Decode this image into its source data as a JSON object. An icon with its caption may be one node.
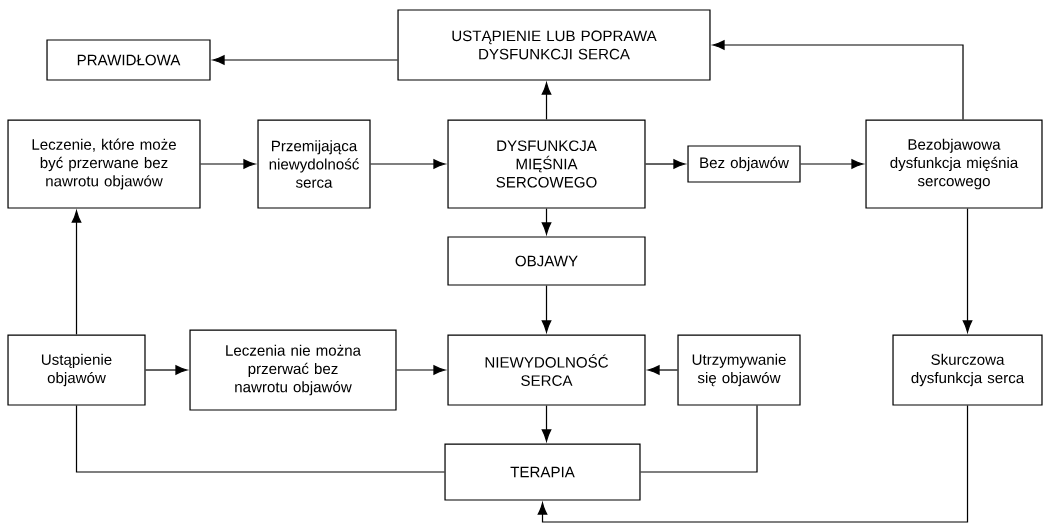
{
  "diagram": {
    "nodes": [
      {
        "text": [
          "PRAWIDŁOWA"
        ]
      },
      {
        "text": [
          "USTĄPIENIE LUB POPRAWA DYSFUNKCJI SERCA"
        ]
      },
      {
        "text": [
          "Leczenie, które może być przerwane bez nawrotu objawów"
        ]
      },
      {
        "text": [
          "Przemijająca niewydolność serca"
        ]
      },
      {
        "text": [
          "DYSFUNKCJA MIĘŚNIA SERCOWEGO"
        ]
      },
      {
        "text": [
          "Bez objawów"
        ]
      },
      {
        "text": [
          "Bezobjawowa dysfunkcja mięśnia sercowego"
        ]
      },
      {
        "text": [
          "OBJAWY"
        ]
      },
      {
        "text": [
          "Ustąpienie objawów"
        ]
      },
      {
        "text": [
          "Leczenia nie można przerwać bez nawrotu objawów"
        ]
      },
      {
        "text": [
          "NIEWYDOLNOŚĆ SERCA"
        ]
      },
      {
        "text": [
          "Utrzymywanie się objawów"
        ]
      },
      {
        "text": [
          "Skurczowa dysfunkcja serca"
        ]
      },
      {
        "text": [
          "TERAPIA"
        ]
      }
    ],
    "edges": [
      {
        "from": 1,
        "to": 0,
        "arrow": "to"
      },
      {
        "from": 4,
        "to": 1,
        "arrow": "to"
      },
      {
        "from": 2,
        "to": 3,
        "arrow": "to"
      },
      {
        "from": 3,
        "to": 4,
        "arrow": "to"
      },
      {
        "from": 4,
        "to": 5,
        "arrow": "to"
      },
      {
        "from": 5,
        "to": 6,
        "arrow": "to"
      },
      {
        "from": 6,
        "to": 1,
        "arrow": "to"
      },
      {
        "from": 6,
        "to": 12,
        "arrow": "to"
      },
      {
        "from": 4,
        "to": 7,
        "arrow": "to"
      },
      {
        "from": 7,
        "to": 10,
        "arrow": "to"
      },
      {
        "from": 8,
        "to": 2,
        "arrow": "to"
      },
      {
        "from": 8,
        "to": 9,
        "arrow": "to"
      },
      {
        "from": 9,
        "to": 10,
        "arrow": "to"
      },
      {
        "from": 11,
        "to": 10,
        "arrow": "to"
      },
      {
        "from": 10,
        "to": 13,
        "arrow": "to"
      },
      {
        "from": 13,
        "to": 8,
        "arrow": "none"
      },
      {
        "from": 13,
        "to": 11,
        "arrow": "none"
      },
      {
        "from": 12,
        "to": 13,
        "arrow": "to"
      }
    ]
  }
}
